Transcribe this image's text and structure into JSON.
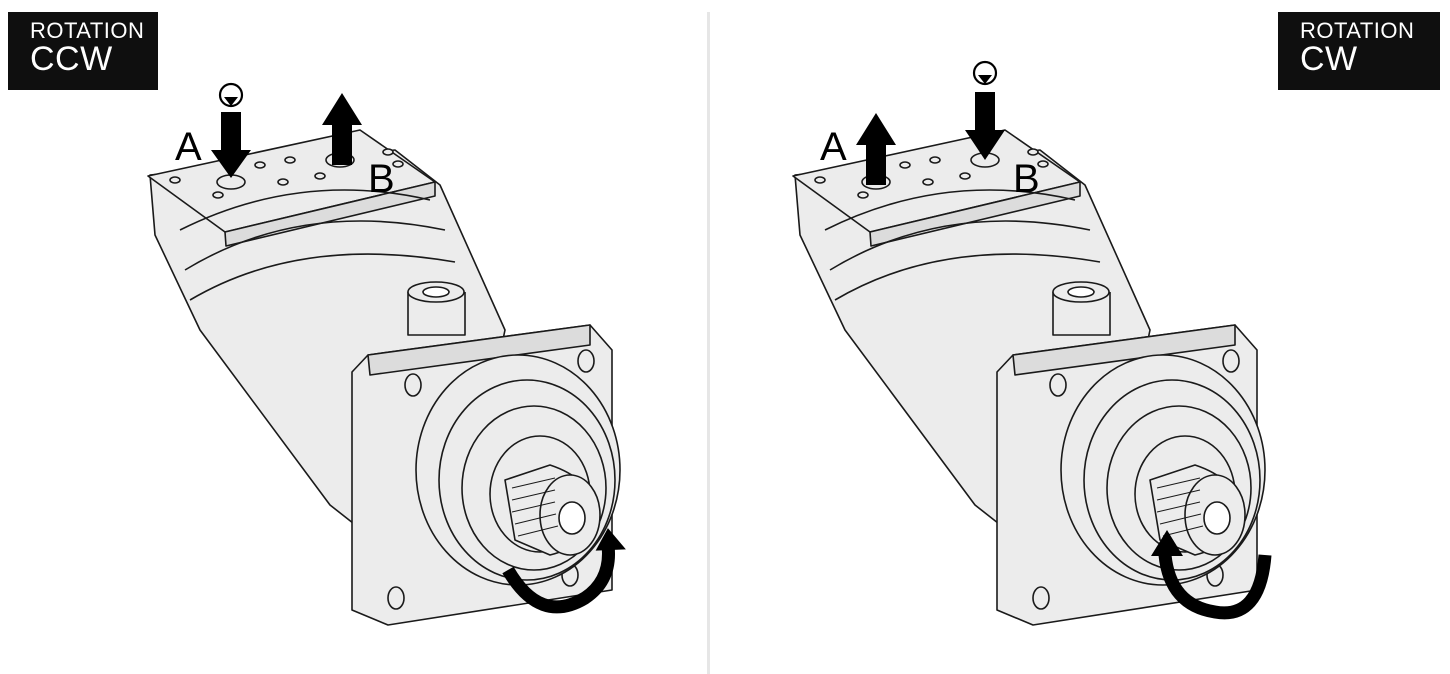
{
  "panels": [
    {
      "id": "ccw",
      "badge_line1": "ROTATION",
      "badge_line2": "CCW",
      "port_a": "A",
      "port_b": "B"
    },
    {
      "id": "cw",
      "badge_line1": "ROTATION",
      "badge_line2": "CW",
      "port_a": "A",
      "port_b": "B"
    }
  ],
  "colors": {
    "body_fill": "#ececec",
    "stroke": "#1a1a1a",
    "badge_bg": "#0f0f0f",
    "divider": "#e6e6e6"
  }
}
